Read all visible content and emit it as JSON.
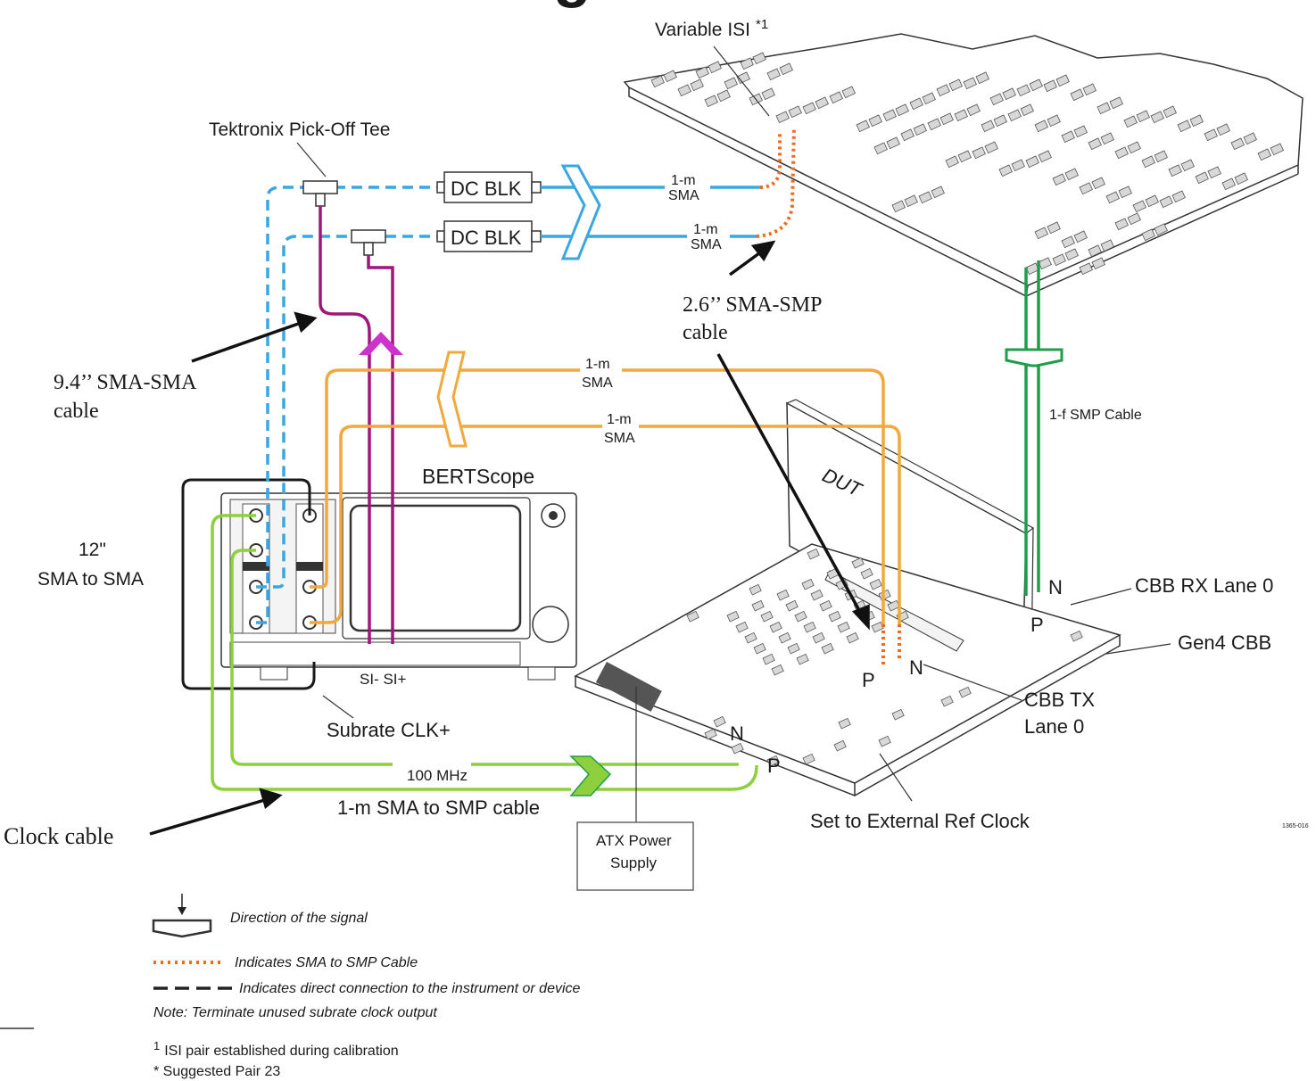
{
  "header_fragment": "g",
  "labels": {
    "variable_isi": "Variable ISI",
    "variable_isi_sup": "*1",
    "pickoff_tee": "Tektronix Pick-Off Tee",
    "dc_blk_1": "DC BLK",
    "dc_blk_2": "DC BLK",
    "sma_1m": "1-m",
    "sma": "SMA",
    "smp_2_6_line1": "2.6’’ SMA-SMP",
    "smp_2_6_line2": "cable",
    "sma_9_4_line1": "9.4’’ SMA-SMA",
    "sma_9_4_line2": "cable",
    "bertscope": "BERTScope",
    "dut": "DUT",
    "smp_1f": "1-f SMP Cable",
    "sma12_line1": "12\"",
    "sma12_line2": "SMA to SMA",
    "si": "SI- SI+",
    "subrate": "Subrate CLK+",
    "mhz100": "100 MHz",
    "sma_smp_1m": "1-m SMA to SMP cable",
    "clock_cable": "Clock cable",
    "atx_line1": "ATX Power",
    "atx_line2": "Supply",
    "set_ext": "Set to External Ref Clock",
    "cbb_rx": "CBB RX Lane 0",
    "gen4": "Gen4 CBB",
    "cbb_tx_line1": "CBB TX",
    "cbb_tx_line2": "Lane 0",
    "pin_n": "N",
    "pin_p": "P",
    "fig_id": "1365-016"
  },
  "legend": {
    "direction": "Direction of the signal",
    "sma_smp": "Indicates SMA to SMP Cable",
    "direct": "Indicates direct connection to the instrument or device",
    "note": "Note: Terminate unused subrate clock output",
    "footnote_num": "1",
    "footnote_1": "ISI pair established during calibration",
    "footnote_2": "* Suggested Pair 23"
  },
  "colors": {
    "blue": "#3aa7e0",
    "orange_cable": "#f2a93b",
    "orange_dot": "#f26b1d",
    "purple": "#a0167a",
    "magenta": "#cc33cc",
    "green_dark": "#1f9e4a",
    "green_light": "#8ecf3d",
    "black": "#1a1a1a"
  }
}
